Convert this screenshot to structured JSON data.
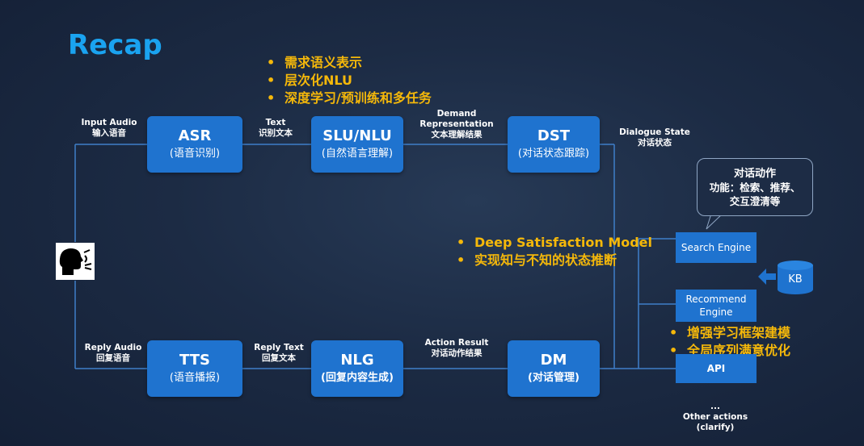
{
  "title": "Recap",
  "top_bullets": [
    "需求语义表示",
    "层次化NLU",
    "深度学习/预训练和多任务"
  ],
  "mid_bullets": [
    "Deep Satisfaction Model",
    "实现知与不知的状态推断"
  ],
  "dm_bullets": [
    "增强学习框架建模",
    "全局序列满意优化"
  ],
  "bullet_marker": "•",
  "modules": {
    "asr": {
      "title": "ASR",
      "sub": "(语音识别)"
    },
    "slu": {
      "title": "SLU/NLU",
      "sub": "(自然语言理解)"
    },
    "dst": {
      "title": "DST",
      "sub": "(对话状态跟踪)"
    },
    "tts": {
      "title": "TTS",
      "sub": "(语音播报)"
    },
    "nlg": {
      "title": "NLG",
      "sub": "(回复内容生成)"
    },
    "dm": {
      "title": "DM",
      "sub": "(对话管理)"
    }
  },
  "labels": {
    "input_audio": [
      "Input Audio",
      "输入语音"
    ],
    "text": [
      "Text",
      "识别文本"
    ],
    "demand": [
      "Demand",
      "Representation",
      "文本理解结果"
    ],
    "dialogue_state": [
      "Dialogue State",
      "对话状态"
    ],
    "reply_audio": [
      "Reply Audio",
      "回复语音"
    ],
    "reply_text": [
      "Reply Text",
      "回复文本"
    ],
    "action_result": [
      "Action Result",
      "对话动作结果"
    ],
    "other_actions": [
      "...",
      "Other actions",
      "(clarify)"
    ]
  },
  "services": {
    "search": "Search Engine",
    "recommend": [
      "Recommend",
      "Engine"
    ],
    "api": "API",
    "kb": "KB"
  },
  "callout": {
    "title": "对话动作",
    "line1": "功能：检索、推荐、",
    "line2": "交互澄清等"
  },
  "colors": {
    "accent_blue": "#1aa3f0",
    "box_blue": "#1f73cf",
    "bullet_yellow": "#f5b80a",
    "background": "#1c2b44"
  },
  "icons": [
    "speaking-person-icon",
    "database-icon",
    "arrow-left-icon"
  ]
}
